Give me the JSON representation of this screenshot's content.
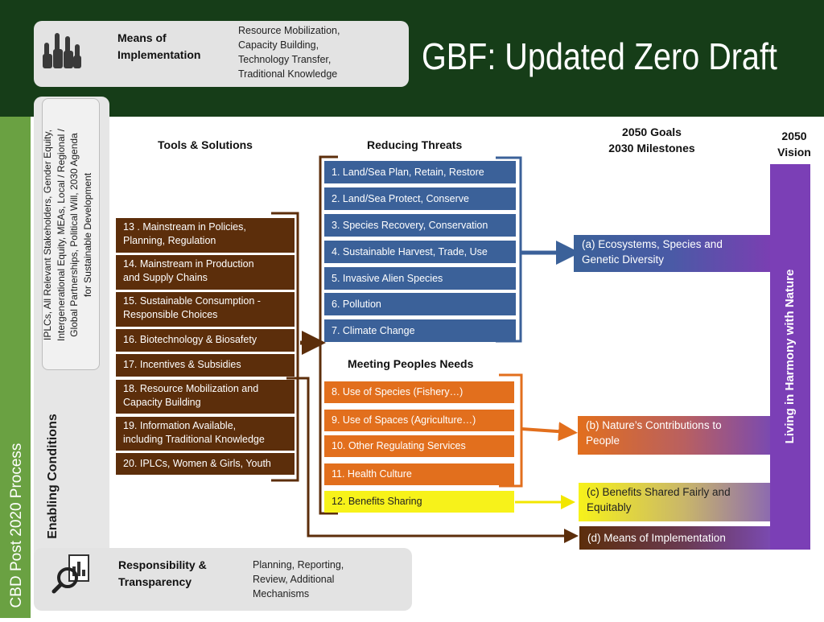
{
  "title": "GBF: Updated Zero Draft",
  "side_label": "CBD Post 2020 Process",
  "enabling_conditions": "Enabling Conditions",
  "principles_lines": [
    "IPLCs, All Relevant Stakeholders, Gender Equity,",
    "Intergenerational Equity, MEAs, Local / Regional /",
    "Global Partnerships, Political Will, 2030 Agenda",
    "for Sustainable Development"
  ],
  "means_box": {
    "heading_lines": [
      "Means of",
      "Implementation"
    ],
    "items": [
      "Resource Mobilization,",
      "Capacity Building,",
      "Technology Transfer,",
      "Traditional Knowledge"
    ]
  },
  "responsibility_box": {
    "heading_lines": [
      "Responsibility &",
      "Transparency"
    ],
    "items": [
      "Planning, Reporting,",
      "Review, Additional",
      "Mechanisms"
    ]
  },
  "headers": {
    "tools": "Tools & Solutions",
    "threats": "Reducing Threats",
    "needs": "Meeting Peoples Needs",
    "goals_line1": "2050 Goals",
    "goals_line2": "2030 Milestones",
    "vision_line1": "2050",
    "vision_line2": "Vision"
  },
  "vision_text": "Living in Harmony with Nature",
  "threats": [
    "1. Land/Sea Plan, Retain, Restore",
    "2. Land/Sea Protect, Conserve",
    "3. Species Recovery, Conservation",
    "4. Sustainable Harvest, Trade, Use",
    "5. Invasive Alien Species",
    "6. Pollution",
    "7. Climate Change"
  ],
  "needs": [
    "8. Use of Species (Fishery…)",
    "9. Use of Spaces (Agriculture…)",
    "10. Other Regulating Services",
    "11. Health  Culture",
    "12. Benefits Sharing"
  ],
  "tools": [
    [
      "13 . Mainstream in Policies,",
      "Planning, Regulation"
    ],
    [
      "14. Mainstream in Production",
      "and Supply Chains"
    ],
    [
      "15. Sustainable Consumption -",
      "Responsible Choices"
    ],
    [
      "16. Biotechnology & Biosafety"
    ],
    [
      "17. Incentives & Subsidies"
    ],
    [
      "18. Resource Mobilization and",
      "Capacity Building"
    ],
    [
      "19. Information Available,",
      "including Traditional Knowledge"
    ],
    [
      "20. IPLCs, Women & Girls, Youth"
    ]
  ],
  "goals": [
    [
      "(a) Ecosystems, Species and",
      "Genetic Diversity"
    ],
    [
      "(b) Nature’s Contributions to",
      "People"
    ],
    [
      "(c) Benefits Shared Fairly and",
      "Equitably"
    ],
    [
      "(d) Means of Implementation"
    ]
  ],
  "icons": {
    "means": "raised-hands-icon",
    "responsibility": "magnifier-chart-icon"
  }
}
